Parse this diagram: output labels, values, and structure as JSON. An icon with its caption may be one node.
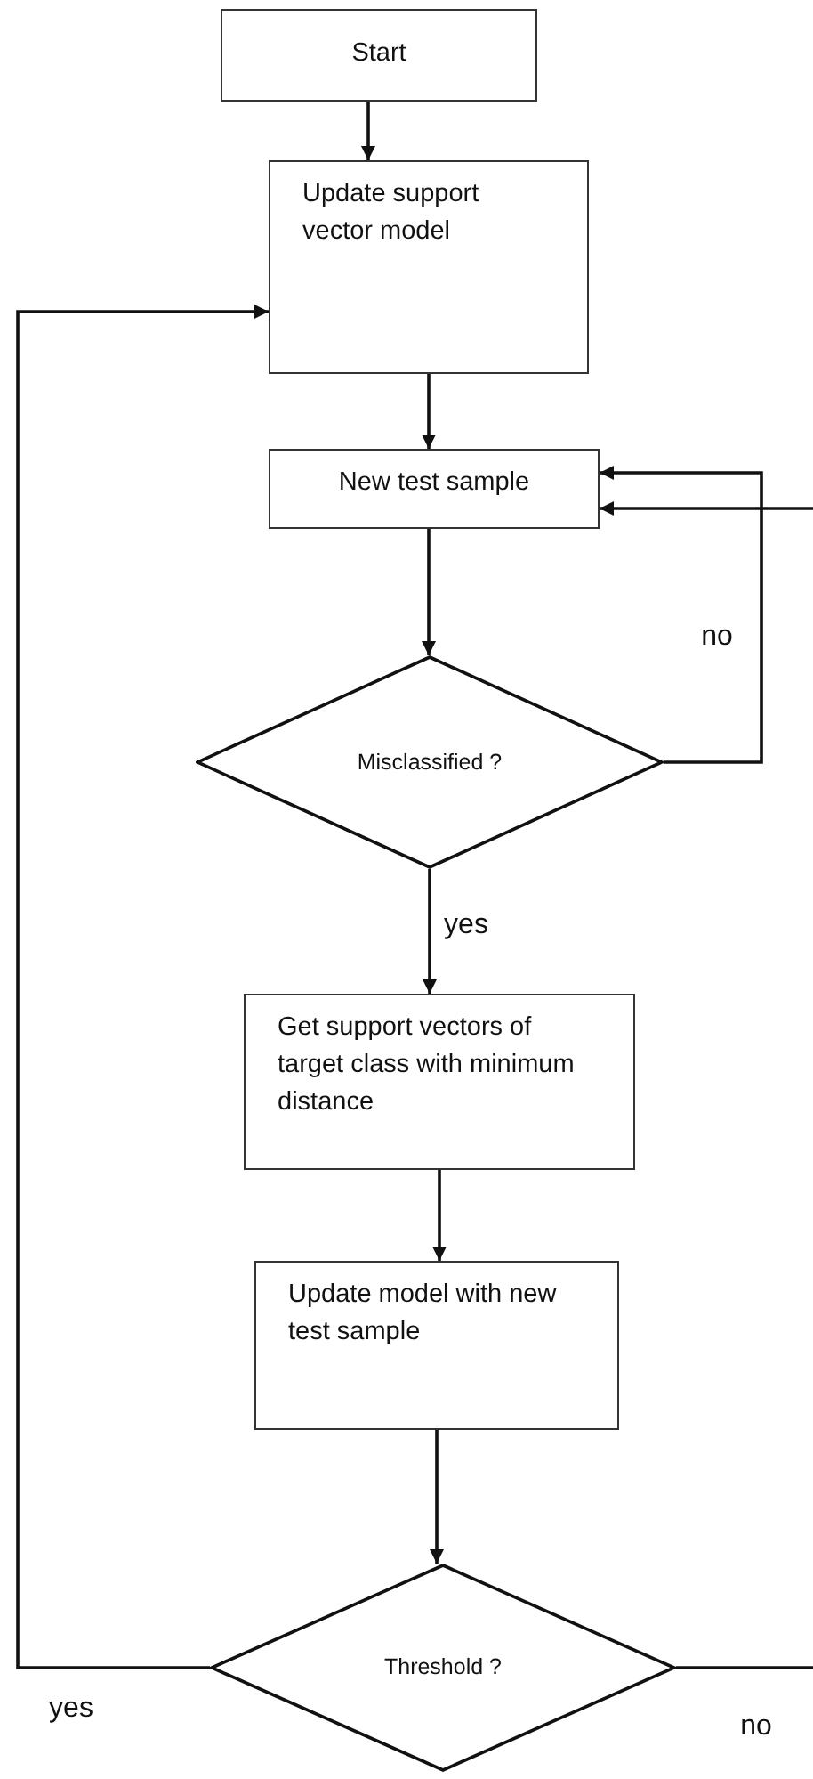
{
  "diagram": {
    "nodes": [
      {
        "text": [
          "Start"
        ]
      },
      {
        "text": [
          "Update support vector model"
        ]
      },
      {
        "text": [
          "New test sample"
        ]
      },
      {
        "text": [
          "Misclassified ?"
        ]
      },
      {
        "text": [
          "Get support vectors of target class with minimum distance"
        ]
      },
      {
        "text": [
          "Update model with new test sample"
        ]
      },
      {
        "text": [
          "Threshold ?"
        ]
      }
    ],
    "edges": [
      {
        "from": 0,
        "to": 1,
        "arrow": "to"
      },
      {
        "from": 1,
        "to": 2,
        "arrow": "to"
      },
      {
        "from": 2,
        "to": 3,
        "arrow": "to"
      },
      {
        "from": 3,
        "to": 2,
        "arrow": "to",
        "label": "no"
      },
      {
        "from": 3,
        "to": 4,
        "arrow": "to",
        "label": "yes"
      },
      {
        "from": 4,
        "to": 5,
        "arrow": "to"
      },
      {
        "from": 5,
        "to": 6,
        "arrow": "to"
      },
      {
        "from": 6,
        "to": 1,
        "arrow": "to",
        "label": "yes"
      },
      {
        "from": 6,
        "to": null,
        "arrow": "none",
        "label": "no"
      },
      {
        "from": null,
        "to": 2,
        "arrow": "to"
      }
    ]
  }
}
